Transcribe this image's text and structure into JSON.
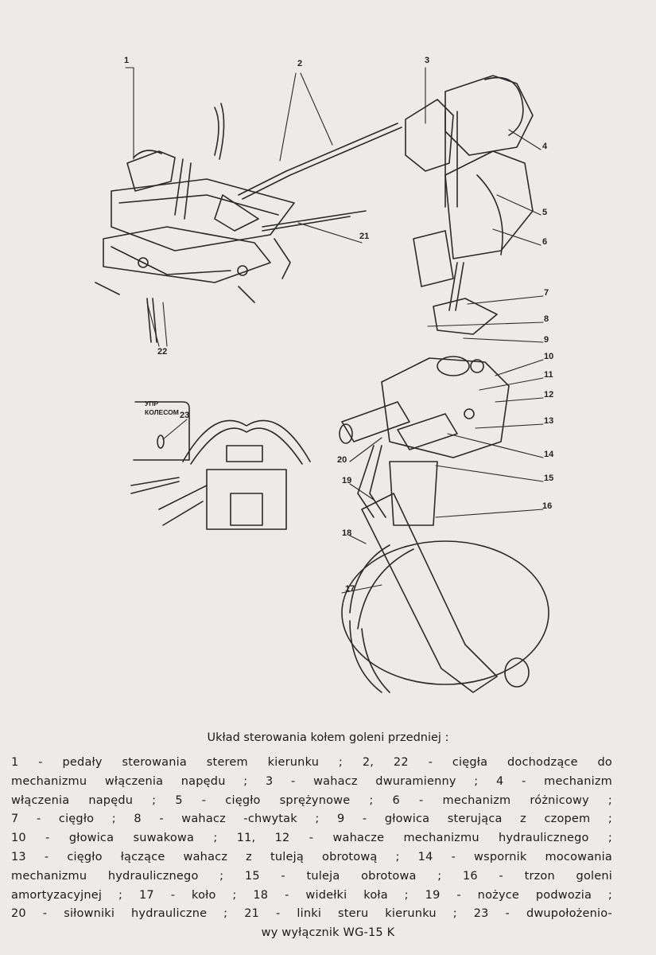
{
  "figure": {
    "callouts": [
      "1",
      "2",
      "3",
      "4",
      "5",
      "6",
      "7",
      "8",
      "9",
      "10",
      "11",
      "12",
      "13",
      "14",
      "15",
      "16",
      "17",
      "18",
      "19",
      "20",
      "21",
      "22",
      "23"
    ],
    "inset_panel_label": [
      "УПР",
      "КОЛЕСОМ"
    ]
  },
  "caption": {
    "title": "Układ sterowania kołem goleni przedniej :",
    "lines": [
      "1 - pedały sterowania sterem kierunku ; 2, 22 - cięgła dochodzące  do",
      "mechanizmu włączenia napędu ; 3 - wahacz dwuramienny ; 4 -  mechanizm",
      "włączenia napędu ; 5 - cięgło sprężynowe ; 6 - mechanizm  różnicowy ;",
      "7 - cięgło ; 8 - wahacz -chwytak ; 9 - głowica sterująca z  czopem ;",
      "10 - głowica suwakowa ; 11, 12 - wahacze mechanizmu hydraulicznego ;",
      "13 - cięgło łączące wahacz z tuleją obrotową ; 14 - wspornik  mocowania",
      "mechanizmu hydraulicznego ; 15 - tuleja obrotowa ; 16 - trzon goleni",
      "amortyzacyjnej ; 17 - koło ; 18 - widełki koła ; 19 - nożyce podwozia  ;",
      "20 - siłowniki hydrauliczne ; 21 - linki steru kierunku ; 23 -  dwupołożenio-",
      "wy wyłącznik WG-15 K"
    ]
  }
}
